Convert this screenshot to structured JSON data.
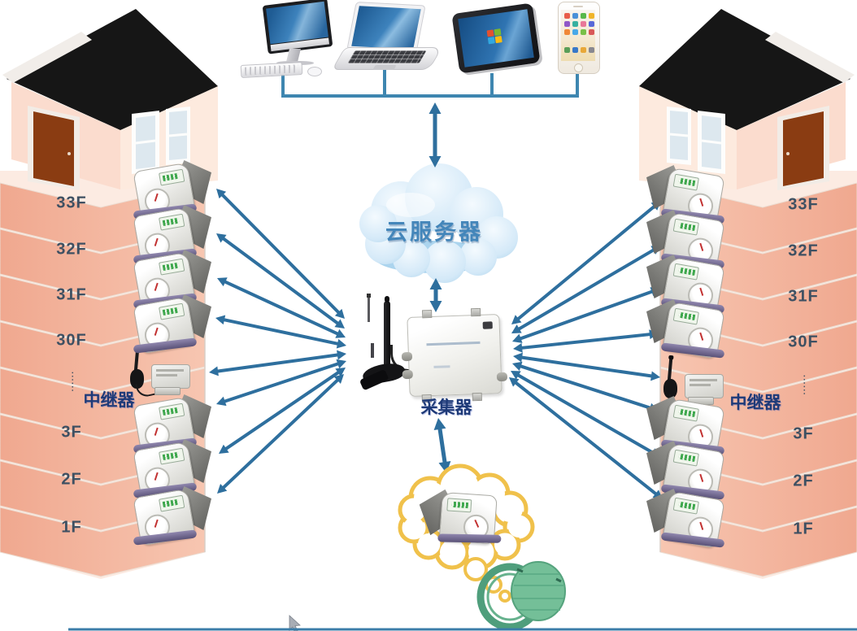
{
  "cloud": {
    "label": "云服务器"
  },
  "collector": {
    "label": "采集器"
  },
  "left_building": {
    "repeater_label": "中继器",
    "floors": [
      {
        "label": "33F"
      },
      {
        "label": "32F"
      },
      {
        "label": "31F"
      },
      {
        "label": "30F"
      },
      {
        "label": "······",
        "ellipsis": true
      },
      {
        "label": "3F"
      },
      {
        "label": "2F"
      },
      {
        "label": "1F"
      }
    ]
  },
  "right_building": {
    "repeater_label": "中继器",
    "floors": [
      {
        "label": "33F"
      },
      {
        "label": "32F"
      },
      {
        "label": "31F"
      },
      {
        "label": "30F"
      },
      {
        "label": "······",
        "ellipsis": true
      },
      {
        "label": "3F"
      },
      {
        "label": "2F"
      },
      {
        "label": "1F"
      }
    ]
  },
  "top_devices": [
    {
      "icon": "desktop-computer-icon"
    },
    {
      "icon": "laptop-icon"
    },
    {
      "icon": "tablet-icon"
    },
    {
      "icon": "smartphone-icon"
    }
  ],
  "icons": {
    "cloud": "cloud-server-icon",
    "collector": "collector-device-photo",
    "repeater": "repeater-device-photo",
    "water_meter": "water-meter-photo",
    "thought_bubble": "thought-bubble-outline",
    "manhole": "meter-pit-cover-photo",
    "cursor": "mouse-cursor-icon"
  },
  "colors": {
    "arrow_blue": "#2e6f9e",
    "bus_blue": "#3e86b0",
    "band_salmon": "#f1ad96",
    "cloud_blue": "#c6e2f4",
    "label_navy": "#1e3a78",
    "floor_label": "#3e5062",
    "bubble_yellow": "#f0c14b",
    "manhole_green": "#74bf98",
    "roof_black": "#161616",
    "door_brown": "#8a3c12"
  }
}
